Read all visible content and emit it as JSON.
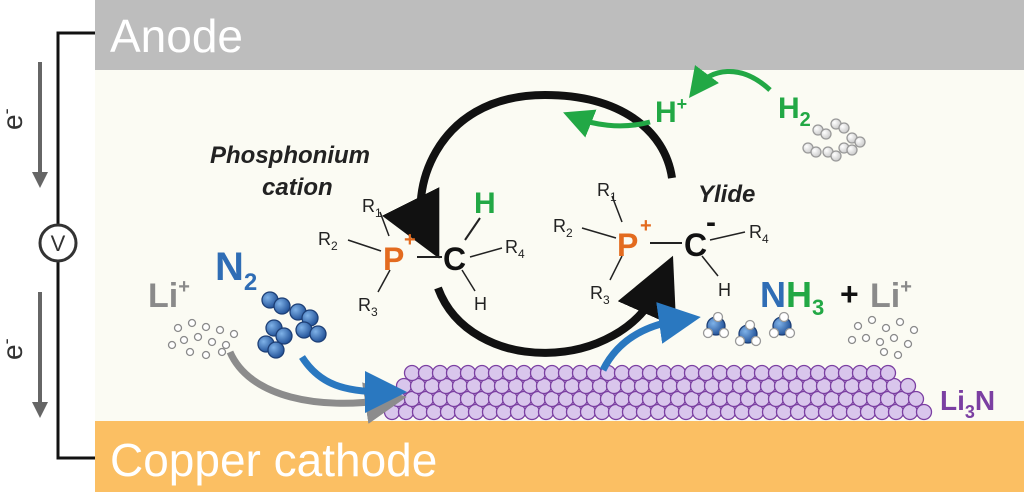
{
  "electrodes": {
    "anode": "Anode",
    "cathode": "Copper cathode"
  },
  "circuit": {
    "electron_top": "e",
    "electron_bottom": "e",
    "electron_charge": "-",
    "voltmeter": "V"
  },
  "cycle": {
    "phosphonium_label_1": "Phosphonium",
    "phosphonium_label_2": "cation",
    "ylide_label": "Ylide"
  },
  "molecules": {
    "P": "P",
    "C": "C",
    "H": "H",
    "plus": "+",
    "minus": "-",
    "R1": "R",
    "R1_sub": "1",
    "R2": "R",
    "R2_sub": "2",
    "R3": "R",
    "R3_sub": "3",
    "R4": "R",
    "R4_sub": "4"
  },
  "species": {
    "N2": "N",
    "N2_sub": "2",
    "Li": "Li",
    "Li_charge": "+",
    "H2": "H",
    "H2_sub": "2",
    "Hplus": "H",
    "Hplus_charge": "+",
    "NH3_N": "N",
    "NH3_H": "H",
    "NH3_sub": "3",
    "plus_sign": "+",
    "Li3N_a": "Li",
    "Li3N_sub": "3",
    "Li3N_b": "N"
  },
  "colors": {
    "anode_bar": "#bdbdbd",
    "cathode_bar": "#fbbf63",
    "background": "#fbfbf3",
    "phosphorus": "#e36b1f",
    "hydrogen": "#22a845",
    "nitrogen": "#2f6db5",
    "lithium": "#8a8a8a",
    "li3n": "#7b3fa2",
    "li3n_fill": "#c4a9dd"
  }
}
